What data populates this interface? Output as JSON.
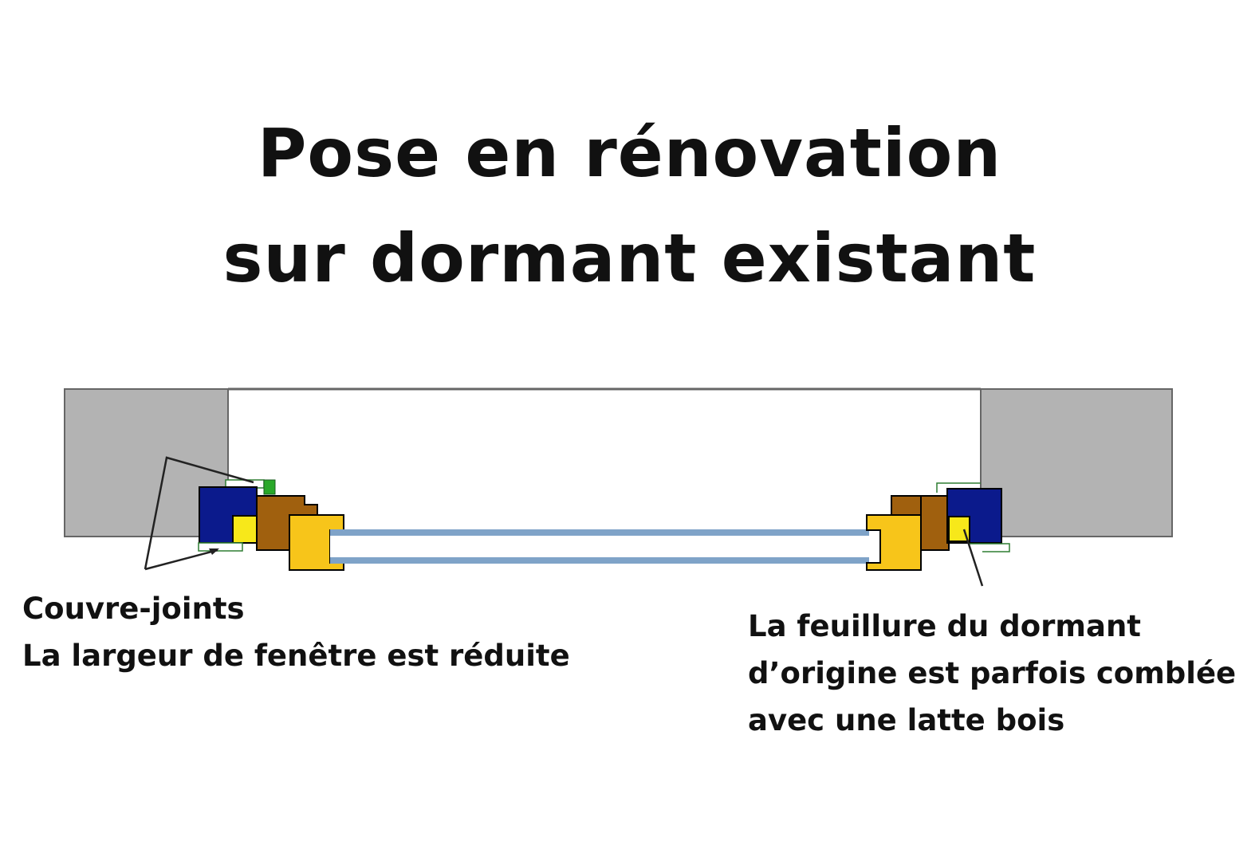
{
  "title": {
    "line1": "Pose en rénovation",
    "line2": "sur dormant existant"
  },
  "captions": {
    "left": {
      "line1": "Couvre-joints",
      "line2": "La largeur de fenêtre est réduite"
    },
    "right": {
      "line1": "La feuillure du dormant",
      "line2": "d’origine est parfois comblée",
      "line3": "avec une latte bois"
    }
  },
  "colors": {
    "wall": "#b3b3b3",
    "old_frame_blue": "#0b1a8c",
    "wood_batten": "#a0600e",
    "new_frame_yellow": "#f7c51a",
    "glazing": "#7fa3c8",
    "cover_joint_green": "#29a829",
    "leader_line": "#222222"
  }
}
